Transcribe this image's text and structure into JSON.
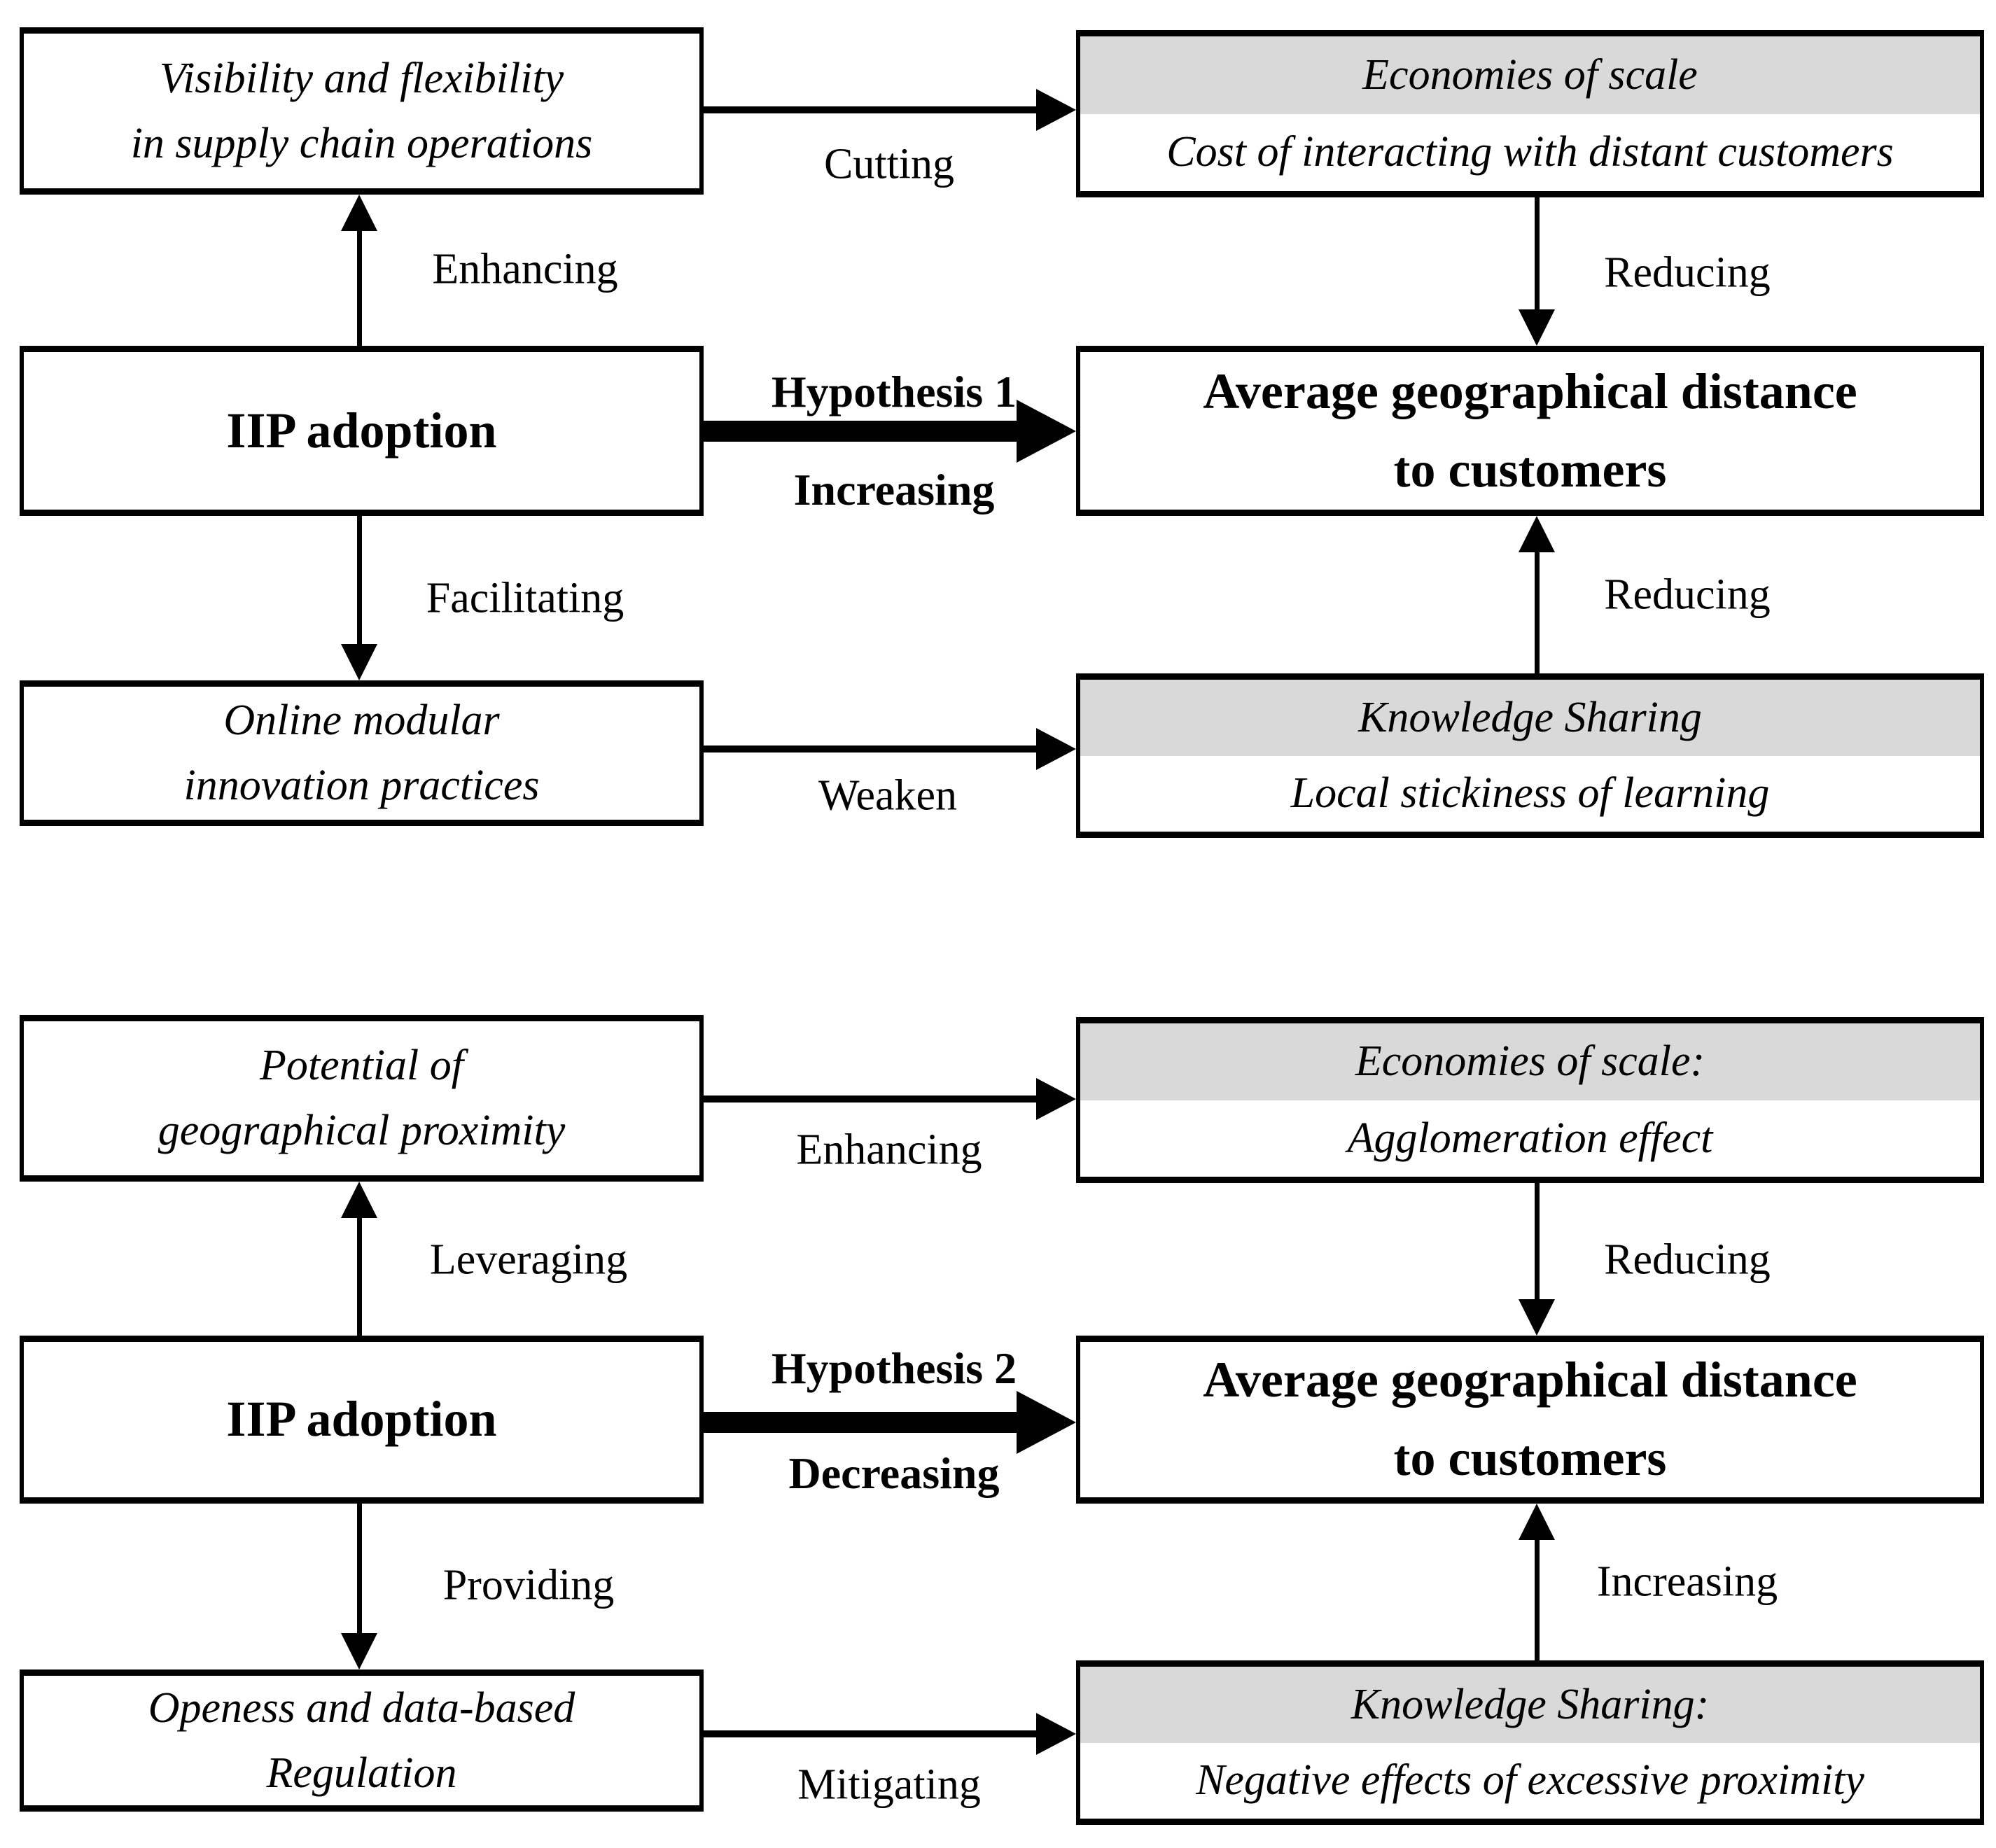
{
  "colors": {
    "box_border": "#000000",
    "header_fill": "#d9d9d9",
    "background": "#ffffff"
  },
  "top_panel": {
    "visibility_box": {
      "line1": "Visibility and flexibility",
      "line2": "in supply chain operations"
    },
    "iip_box": "IIP adoption",
    "online_box": {
      "line1": "Online modular",
      "line2": "innovation practices"
    },
    "economies_box": {
      "header": "Economies of scale",
      "body": "Cost of interacting with distant customers"
    },
    "distance_box": {
      "line1": "Average geographical distance",
      "line2": "to customers"
    },
    "knowledge_box": {
      "header": "Knowledge Sharing",
      "body": "Local stickiness of learning"
    },
    "labels": {
      "enhancing": "Enhancing",
      "cutting": "Cutting",
      "reducing_top": "Reducing",
      "hypothesis": "Hypothesis 1",
      "increasing": "Increasing",
      "facilitating": "Facilitating",
      "weaken": "Weaken",
      "reducing_bottom": "Reducing"
    }
  },
  "bottom_panel": {
    "potential_box": {
      "line1": "Potential of",
      "line2": "geographical proximity"
    },
    "iip_box": "IIP adoption",
    "openness_box": {
      "line1": "Openess and data-based",
      "line2": "Regulation"
    },
    "economies_box": {
      "header": "Economies of scale:",
      "body": "Agglomeration effect"
    },
    "distance_box": {
      "line1": "Average geographical distance",
      "line2": "to customers"
    },
    "knowledge_box": {
      "header": "Knowledge Sharing:",
      "body": "Negative effects of excessive proximity"
    },
    "labels": {
      "leveraging": "Leveraging",
      "enhancing": "Enhancing",
      "reducing": "Reducing",
      "hypothesis": "Hypothesis 2",
      "decreasing": "Decreasing",
      "providing": "Providing",
      "mitigating": "Mitigating",
      "increasing": "Increasing"
    }
  }
}
